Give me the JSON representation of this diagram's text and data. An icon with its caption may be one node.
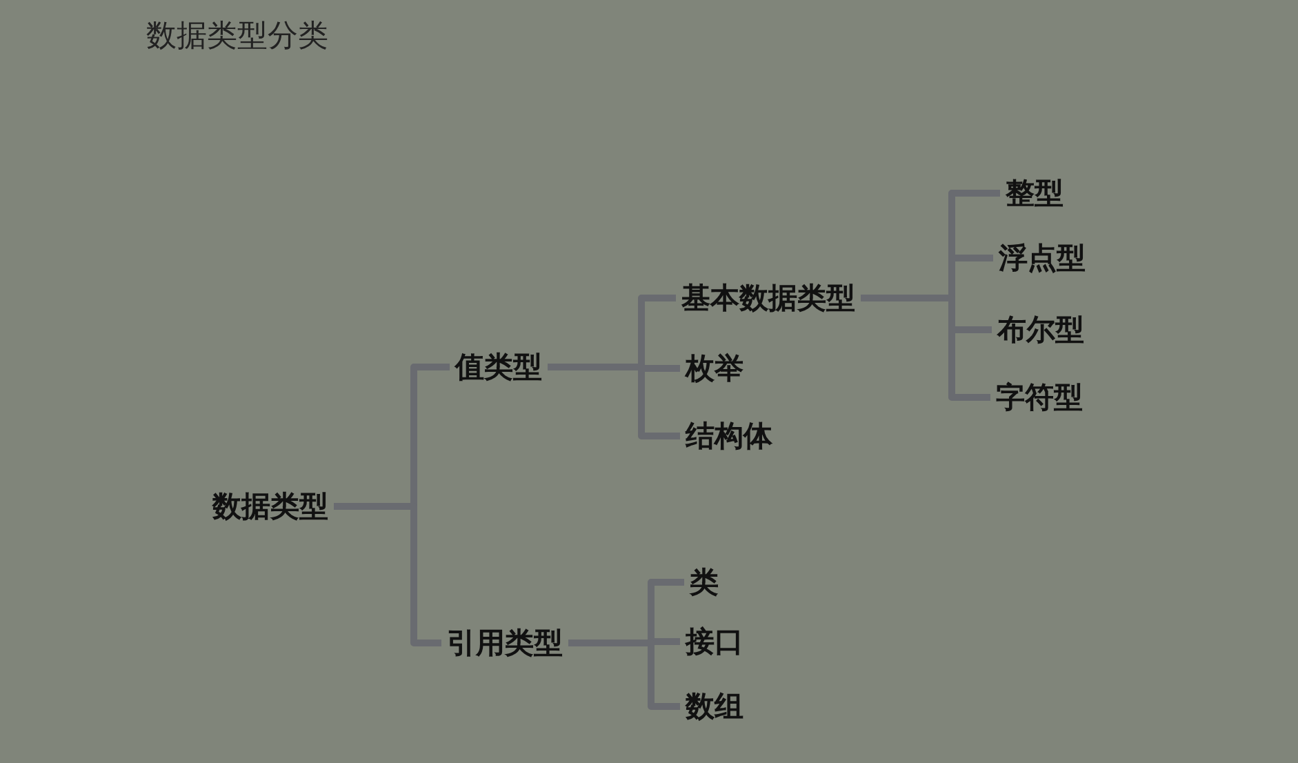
{
  "diagram": {
    "title": "数据类型分类",
    "nodes": [
      {
        "text": [
          "数据类型"
        ]
      },
      {
        "text": [
          "值类型"
        ]
      },
      {
        "text": [
          "引用类型"
        ]
      },
      {
        "text": [
          "基本数据类型"
        ]
      },
      {
        "text": [
          "枚举"
        ]
      },
      {
        "text": [
          "结构体"
        ]
      },
      {
        "text": [
          "类"
        ]
      },
      {
        "text": [
          "接口"
        ]
      },
      {
        "text": [
          "数组"
        ]
      },
      {
        "text": [
          "整型"
        ]
      },
      {
        "text": [
          "浮点型"
        ]
      },
      {
        "text": [
          "布尔型"
        ]
      },
      {
        "text": [
          "字符型"
        ]
      }
    ],
    "edges": [
      {
        "from": 0,
        "to": 1,
        "arrow": "none"
      },
      {
        "from": 0,
        "to": 2,
        "arrow": "none"
      },
      {
        "from": 1,
        "to": 3,
        "arrow": "none"
      },
      {
        "from": 1,
        "to": 4,
        "arrow": "none"
      },
      {
        "from": 1,
        "to": 5,
        "arrow": "none"
      },
      {
        "from": 2,
        "to": 6,
        "arrow": "none"
      },
      {
        "from": 2,
        "to": 7,
        "arrow": "none"
      },
      {
        "from": 2,
        "to": 8,
        "arrow": "none"
      },
      {
        "from": 3,
        "to": 9,
        "arrow": "none"
      },
      {
        "from": 3,
        "to": 10,
        "arrow": "none"
      },
      {
        "from": 3,
        "to": 11,
        "arrow": "none"
      },
      {
        "from": 3,
        "to": 12,
        "arrow": "none"
      }
    ]
  }
}
